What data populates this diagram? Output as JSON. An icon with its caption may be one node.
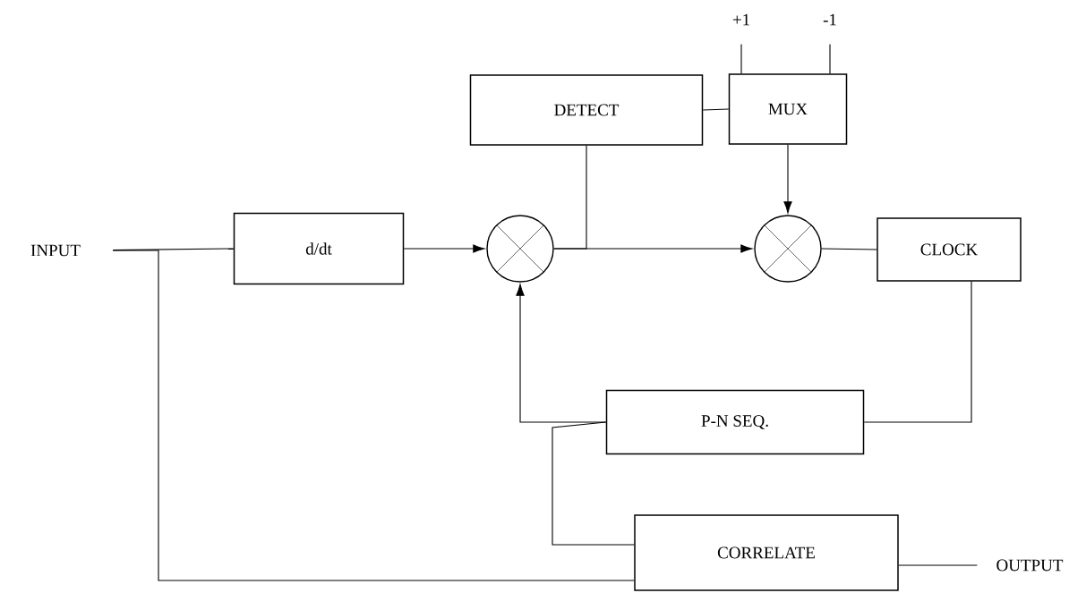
{
  "diagram": {
    "nodes": [
      {
        "text": [
          "INPUT"
        ]
      },
      {
        "text": [
          "d/dt"
        ]
      },
      {
        "text": [],
        "shape": "circle"
      },
      {
        "text": [
          "DETECT"
        ]
      },
      {
        "text": [
          "MUX"
        ]
      },
      {
        "text": [
          "+1"
        ]
      },
      {
        "text": [
          "-1"
        ]
      },
      {
        "text": [],
        "shape": "circle"
      },
      {
        "text": [
          "CLOCK"
        ]
      },
      {
        "text": [
          "P-N SEQ."
        ]
      },
      {
        "text": [
          "CORRELATE"
        ]
      },
      {
        "text": [
          "OUTPUT"
        ]
      }
    ],
    "edges": [
      {
        "from": 0,
        "to": 1,
        "arrow": "none"
      },
      {
        "from": 0,
        "to": 10,
        "arrow": "none"
      },
      {
        "from": 1,
        "to": 2,
        "arrow": "to"
      },
      {
        "from": 2,
        "to": 7,
        "arrow": "to"
      },
      {
        "from": 2,
        "to": 3,
        "arrow": "none"
      },
      {
        "from": 3,
        "to": 4,
        "arrow": "none"
      },
      {
        "from": 5,
        "to": 4,
        "arrow": "none"
      },
      {
        "from": 6,
        "to": 4,
        "arrow": "none"
      },
      {
        "from": 4,
        "to": 7,
        "arrow": "to"
      },
      {
        "from": 7,
        "to": 8,
        "arrow": "none"
      },
      {
        "from": 8,
        "to": 9,
        "arrow": "none"
      },
      {
        "from": 9,
        "to": 2,
        "arrow": "to"
      },
      {
        "from": 9,
        "to": 10,
        "arrow": "none"
      },
      {
        "from": 10,
        "to": 11,
        "arrow": "none"
      }
    ]
  }
}
